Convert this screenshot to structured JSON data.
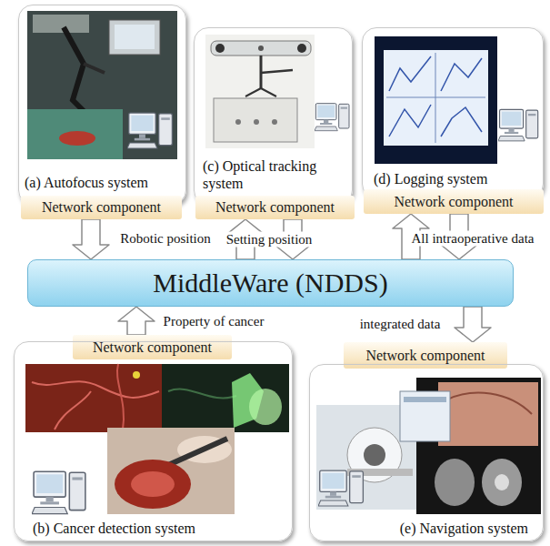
{
  "diagram": {
    "nodes": [
      {
        "text": [
          "(a) Autofocus system"
        ]
      },
      {
        "text": [
          "(c) Optical tracking system"
        ]
      },
      {
        "text": [
          "(d) Logging system"
        ]
      },
      {
        "text": [
          "Network component"
        ]
      },
      {
        "text": [
          "Network component"
        ]
      },
      {
        "text": [
          "Network component"
        ]
      },
      {
        "text": [
          "MiddleWare (NDDS)"
        ]
      },
      {
        "text": [
          "Network component"
        ]
      },
      {
        "text": [
          "Network component"
        ]
      },
      {
        "text": [
          "(b) Cancer detection system"
        ]
      },
      {
        "text": [
          "(e) Navigation system"
        ]
      }
    ],
    "edges": [
      {
        "from": 3,
        "to": 6,
        "arrow": "to",
        "label": "Robotic position"
      },
      {
        "from": 6,
        "to": 4,
        "arrow": "to",
        "label": "Setting position"
      },
      {
        "from": 4,
        "to": 6,
        "arrow": "to"
      },
      {
        "from": 6,
        "to": 5,
        "arrow": "to",
        "label": "All intraoperative data"
      },
      {
        "from": 5,
        "to": 6,
        "arrow": "to"
      },
      {
        "from": 7,
        "to": 6,
        "arrow": "to",
        "label": "Property of cancer"
      },
      {
        "from": 6,
        "to": 8,
        "arrow": "to",
        "label": "integrated data"
      }
    ]
  }
}
